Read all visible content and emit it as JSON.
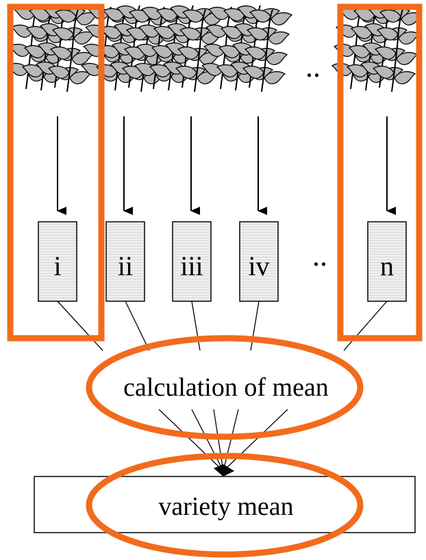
{
  "samples": [
    {
      "id": "i",
      "label": "i"
    },
    {
      "id": "ii",
      "label": "ii"
    },
    {
      "id": "iii",
      "label": "iii"
    },
    {
      "id": "iv",
      "label": "iv"
    },
    {
      "id": "n",
      "label": "n"
    }
  ],
  "ellipsis": "..",
  "calculation_label": "calculation of mean",
  "result_label": "variety mean",
  "colors": {
    "highlight": "#f26b1d",
    "leaf": "#b7b7b7",
    "box_fill": "#eeeeee",
    "line": "#000000"
  },
  "icons": [
    "plant-icon"
  ]
}
